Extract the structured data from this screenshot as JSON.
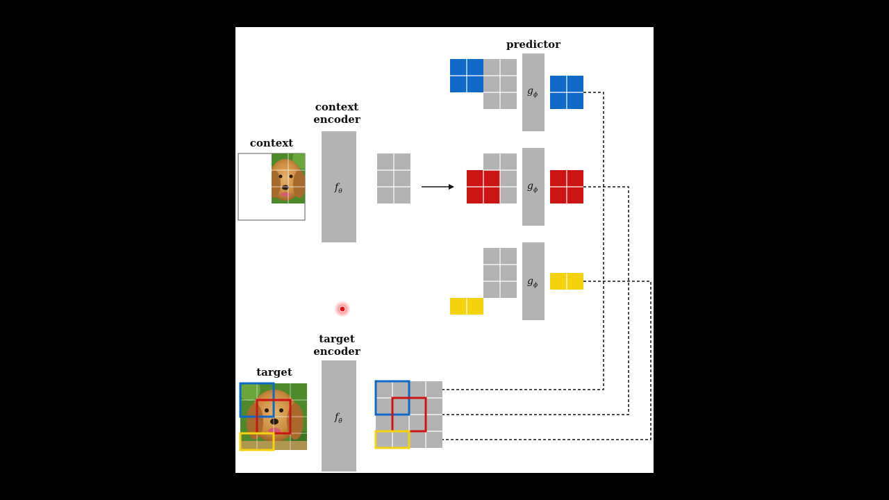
{
  "labels": {
    "predictor": "predictor",
    "context": "context",
    "context_encoder_line1": "context",
    "context_encoder_line2": "encoder",
    "target": "target",
    "target_encoder_line1": "target",
    "target_encoder_line2": "encoder"
  },
  "functions": {
    "context_encoder": {
      "main": "f",
      "sub": "θ"
    },
    "target_encoder": {
      "main": "f",
      "sub": "θ̄"
    },
    "predictor": {
      "main": "g",
      "sub": "ϕ"
    }
  },
  "colors": {
    "background": "#000000",
    "slide": "#ffffff",
    "block": "#b3b3b3",
    "blue": "#1068c8",
    "red": "#cc1414",
    "yellow": "#f5d20f",
    "pointer": "#e0101a",
    "dog_fur": "#c98a3e",
    "grass": "#4e8a2c"
  }
}
